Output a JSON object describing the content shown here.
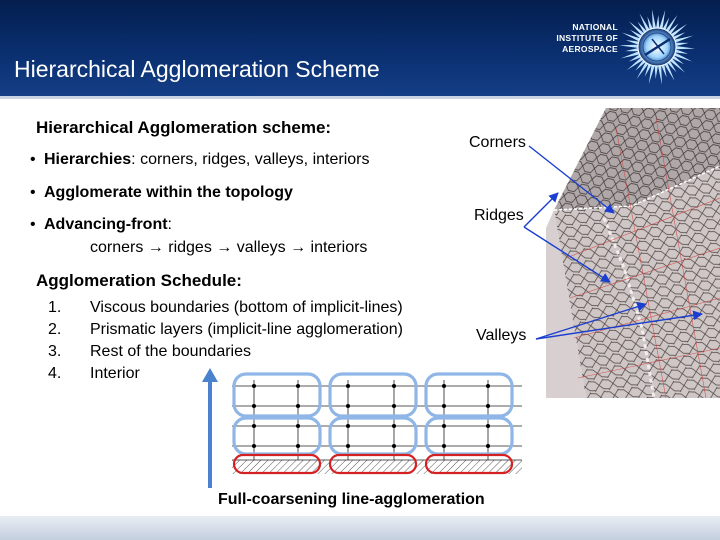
{
  "header": {
    "title": "Hierarchical Agglomeration Scheme",
    "logo_lines": [
      "NATIONAL",
      "INSTITUTE OF",
      "AEROSPACE"
    ]
  },
  "content": {
    "section1_title": "Hierarchical Agglomeration scheme:",
    "bullets": [
      {
        "bold": "Hierarchies",
        "rest": ": corners, ridges, valleys, interiors"
      },
      {
        "bold": "Agglomerate within the topology",
        "rest": ""
      },
      {
        "bold": "Advancing-front",
        "rest": ":"
      }
    ],
    "advancing_front_sequence": "corners → ridges → valleys → interiors",
    "section2_title": "Agglomeration Schedule:",
    "schedule": [
      {
        "num": "1.",
        "text": "Viscous boundaries (bottom of implicit-lines)"
      },
      {
        "num": "2.",
        "text": "Prismatic layers (implicit-line agglomeration)"
      },
      {
        "num": "3.",
        "text": "Rest of the boundaries"
      },
      {
        "num": "4.",
        "text": "Interior"
      }
    ]
  },
  "figure": {
    "labels": {
      "corners": "Corners",
      "ridges": "Ridges",
      "valleys": "Valleys"
    },
    "caption": "Full-coarsening line-agglomeration"
  },
  "colors": {
    "header_bg": "#0a2f70",
    "arrow": "#1a3fd0",
    "agglomerate_outline": "#8fb6e6",
    "boundary_outline": "#d42020",
    "direction_arrow": "#4a82cf"
  }
}
